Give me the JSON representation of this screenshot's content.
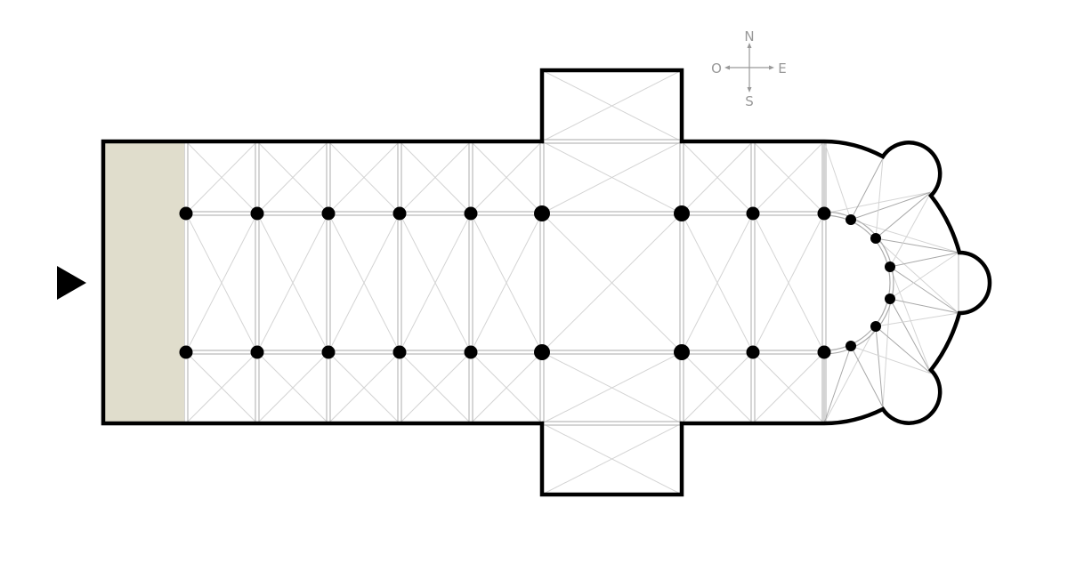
{
  "compass": {
    "north": "N",
    "south": "S",
    "west": "O",
    "east": "E"
  },
  "colors": {
    "wall": "#000000",
    "rib": "#c8c8c8",
    "rib_dark": "#9a9a9a",
    "narthex": "#e0ddcc",
    "compass": "#999999"
  }
}
